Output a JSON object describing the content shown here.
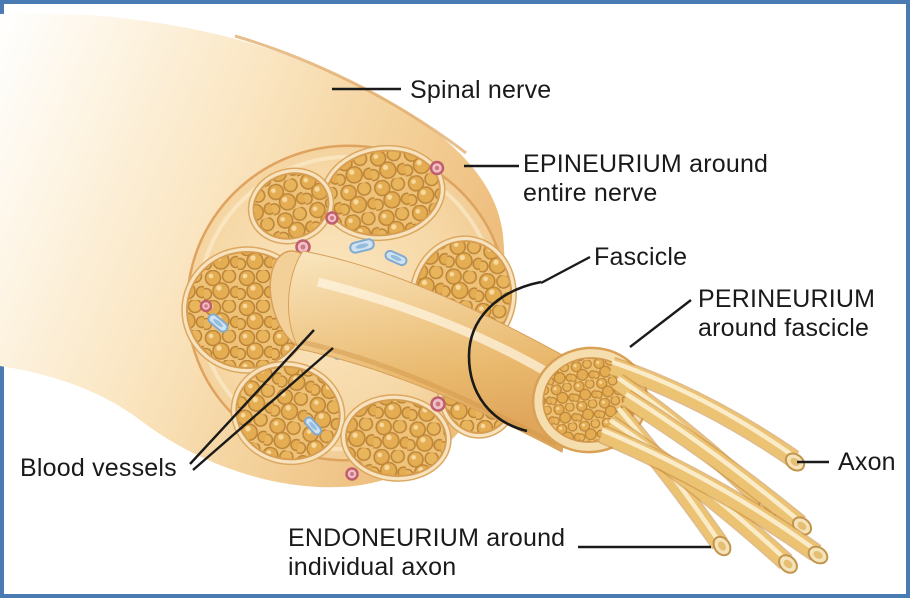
{
  "figure": {
    "type": "anatomical-diagram",
    "subject": "Spinal nerve cross-section with fascicles and axons"
  },
  "labels": {
    "spinal_nerve": "Spinal nerve",
    "epineurium_line1": "EPINEURIUM around",
    "epineurium_line2": "entire nerve",
    "fascicle": "Fascicle",
    "perineurium_line1": "PERINEURIUM",
    "perineurium_line2": "around fascicle",
    "axon": "Axon",
    "blood_vessels": "Blood vessels",
    "endoneurium_line1": "ENDONEURIUM around",
    "endoneurium_line2": "individual axon"
  },
  "colors": {
    "border": "#4a7ab2",
    "background": "#ffffff",
    "text": "#1a1a1a",
    "leader_line": "#1a1a1a",
    "nerve_highlight": "#fdf4e3",
    "nerve_surface": "#f6d9a8",
    "nerve_edge": "#eebe7e",
    "fascicle_fill": "#eec379",
    "axon_cell": "#e5ad52",
    "axon_cell_outline": "#bd8538",
    "blood_vessel_red": "#bf5f6e",
    "blood_vessel_blue": "#82abce"
  }
}
